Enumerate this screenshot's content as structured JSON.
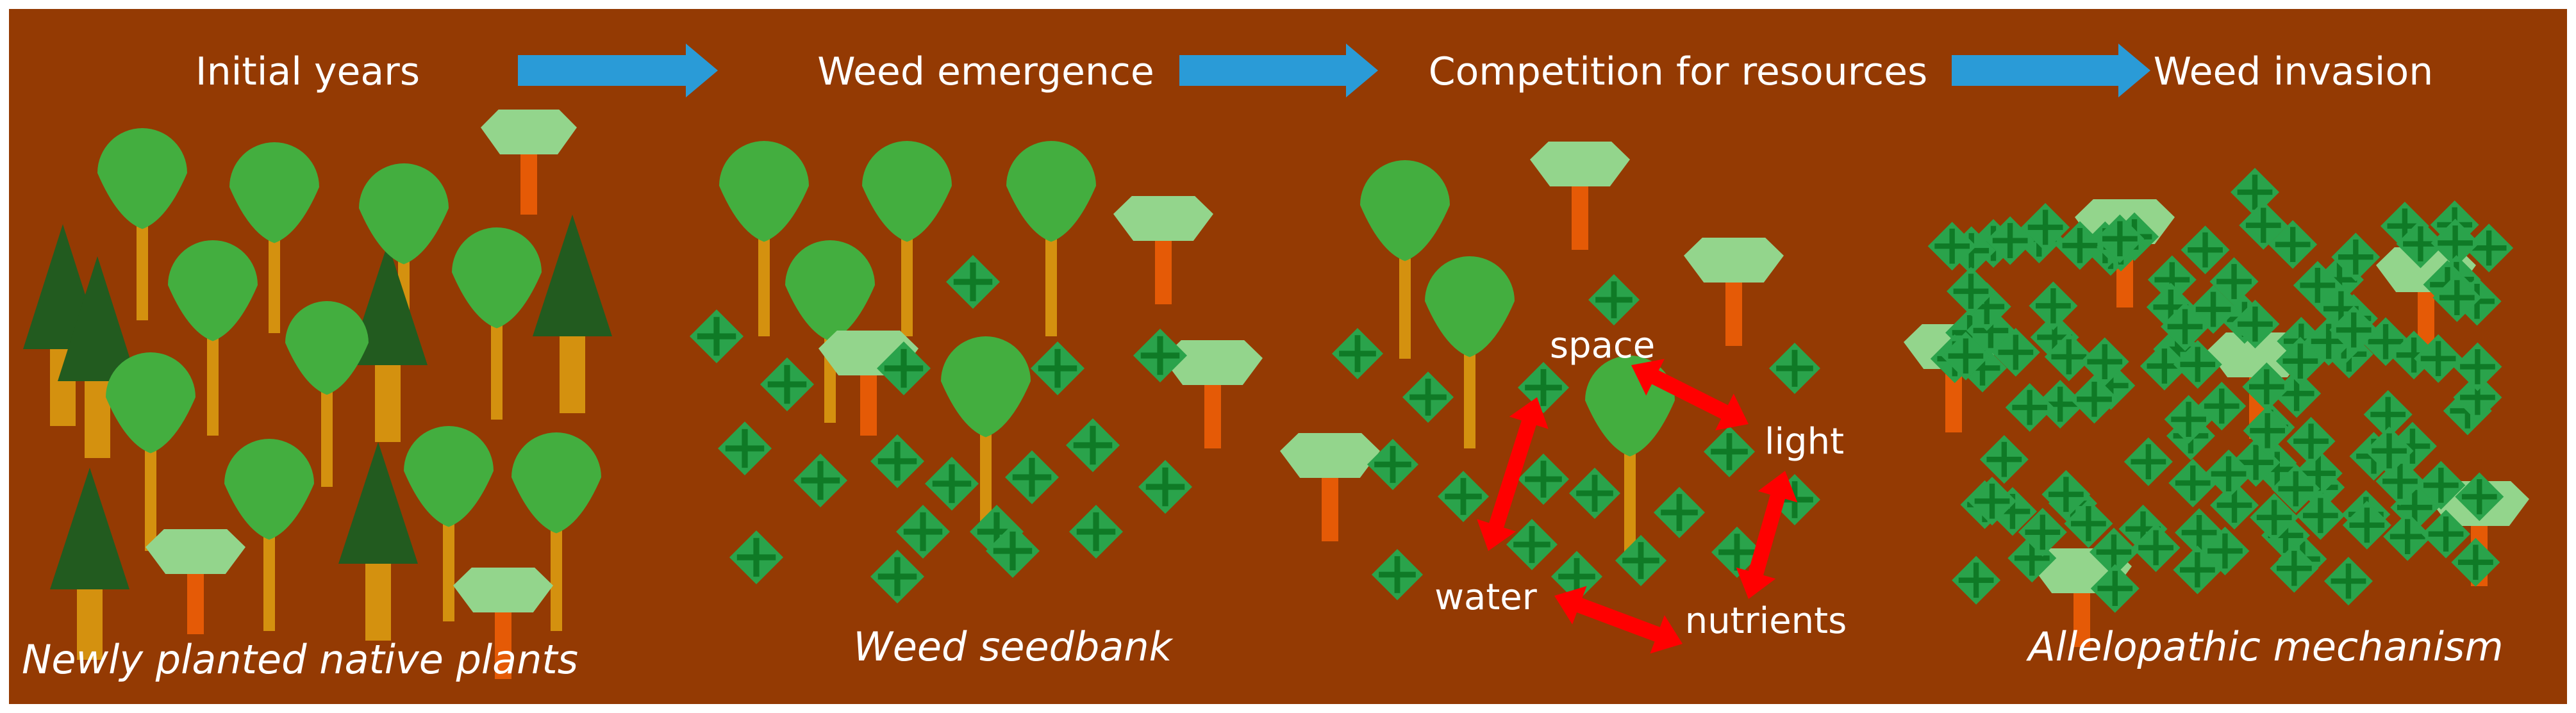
{
  "colors": {
    "background": "#943a03",
    "stage_arrow": "#2a9bd7",
    "resource_arrow": "#ff0000",
    "round_tree_crown": "#43ae3f",
    "round_tree_trunk": "#d4910f",
    "conifer": "#225b1f",
    "conifer_trunk": "#d4910f",
    "pentagon_tree": "#93d58c",
    "pentagon_trunk": "#e55a06",
    "weed": "#2aa34b",
    "weed_cross": "#0f7a26",
    "text": "#ffffff"
  },
  "stages": [
    {
      "title": "Initial years",
      "caption": "Newly planted native plants"
    },
    {
      "title": "Weed emergence",
      "caption": "Weed seedbank"
    },
    {
      "title": "Competition for resources",
      "caption": ""
    },
    {
      "title": "Weed invasion",
      "caption": "Allelopathic mechanism"
    }
  ],
  "resources": {
    "space": "space",
    "light": "light",
    "nutrients": "nutrients",
    "water": "water"
  }
}
